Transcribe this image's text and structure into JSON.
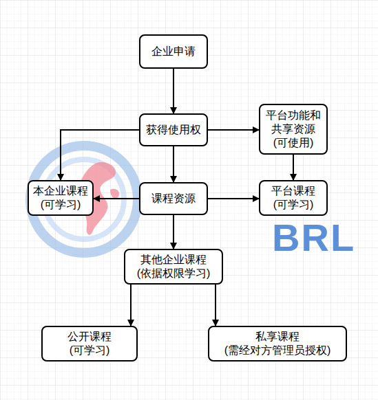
{
  "diagram": {
    "nodes": [
      {
        "text": [
          "企业申请"
        ]
      },
      {
        "text": [
          "获得使用权"
        ]
      },
      {
        "text": [
          "平台功能和 共享资源",
          "(可使用)"
        ]
      },
      {
        "text": [
          "本企业课程",
          "(可学习)"
        ]
      },
      {
        "text": [
          "课程资源"
        ]
      },
      {
        "text": [
          "平台课程",
          "(可学习)"
        ]
      },
      {
        "text": [
          "其他企业课程",
          "(依据权限学习)"
        ]
      },
      {
        "text": [
          "公开课程",
          "(可学习)"
        ]
      },
      {
        "text": [
          "私享课程",
          "(需经对方管理员授权)"
        ]
      }
    ],
    "edges": [
      {
        "from": 0,
        "to": 1,
        "arrow": "to"
      },
      {
        "from": 1,
        "to": 3,
        "arrow": "to"
      },
      {
        "from": 1,
        "to": 2,
        "arrow": "to"
      },
      {
        "from": 1,
        "to": 4,
        "arrow": "to"
      },
      {
        "from": 2,
        "to": 5,
        "arrow": "to"
      },
      {
        "from": 4,
        "to": 3,
        "arrow": "to"
      },
      {
        "from": 4,
        "to": 5,
        "arrow": "to"
      },
      {
        "from": 4,
        "to": 6,
        "arrow": "to"
      },
      {
        "from": 6,
        "to": 7,
        "arrow": "to"
      },
      {
        "from": 6,
        "to": 8,
        "arrow": "to"
      }
    ],
    "labels": [
      "BRL"
    ]
  }
}
